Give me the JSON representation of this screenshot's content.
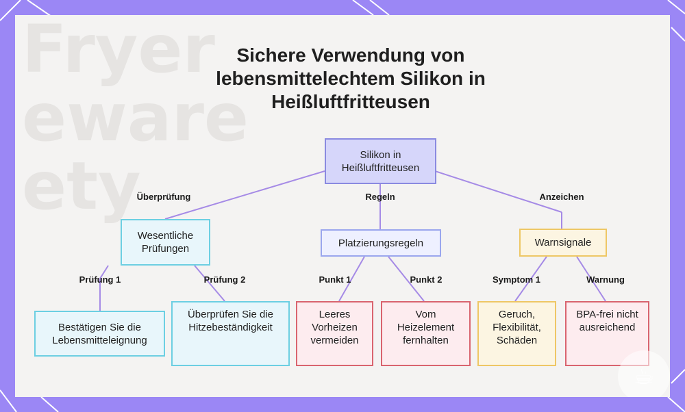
{
  "title": "Sichere Verwendung von lebensmittelechtem Silikon in Heißluftfritteusen",
  "background_text": [
    "Fryer",
    "eware",
    "ety"
  ],
  "nodes": {
    "root": "Silikon in Heißluftfritteusen",
    "checks": "Wesentliche Prüfungen",
    "placement": "Platzierungsregeln",
    "warnings": "Warnsignale",
    "leaf1": "Bestätigen Sie die Lebensmitteleignung",
    "leaf2": "Überprüfen Sie die Hitzebeständigkeit",
    "leaf3": "Leeres Vorheizen vermeiden",
    "leaf4": "Vom Heizelement fernhalten",
    "leaf5": "Geruch, Flexibilität, Schäden",
    "leaf6": "BPA-frei nicht ausreichend"
  },
  "edge_labels": {
    "checks": "Überprüfung",
    "placement": "Regeln",
    "warnings": "Anzeichen",
    "leaf1": "Prüfung 1",
    "leaf2": "Prüfung 2",
    "leaf3": "Punkt 1",
    "leaf4": "Punkt 2",
    "leaf5": "Symptom 1",
    "leaf6": "Warnung"
  },
  "colors": {
    "frame": "#9b87f5",
    "edge": "#a58ae6",
    "root_fill": "#d6d6fa",
    "teal": "#6ccfe2",
    "blue": "#9aa6ee",
    "yellow": "#eec765",
    "red": "#d9646f"
  },
  "icons": {
    "logo": "coffee-cup-icon"
  }
}
